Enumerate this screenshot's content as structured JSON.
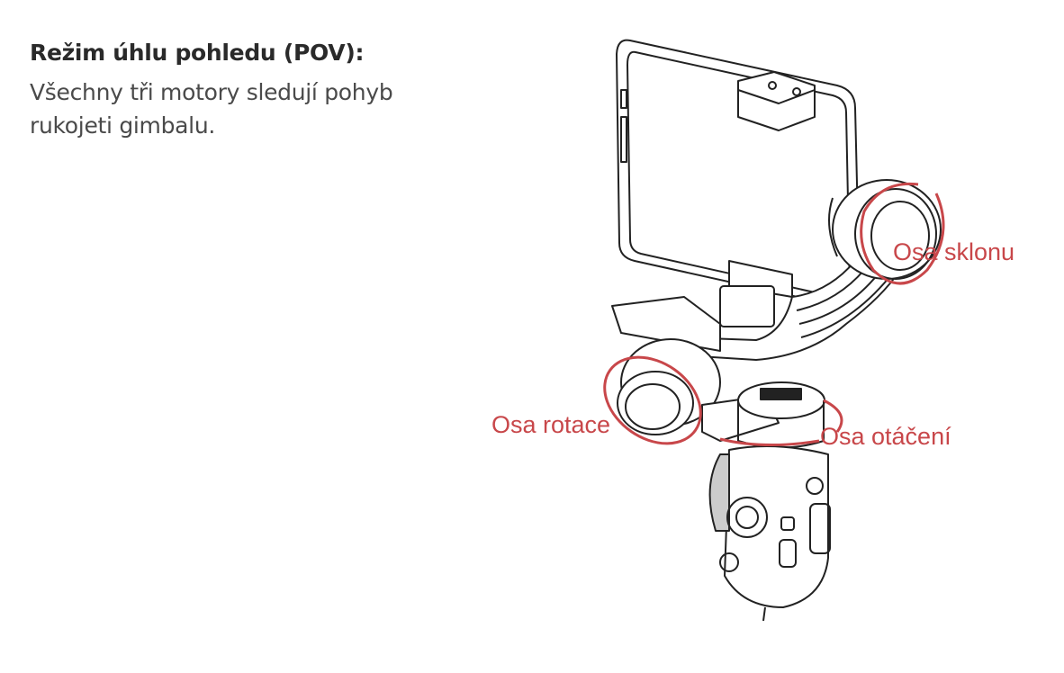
{
  "heading": "Režim úhlu pohledu (POV):",
  "description": "Všechny tři motory sledují pohyb rukojeti gimbalu.",
  "labels": {
    "tilt": "Osa sklonu",
    "roll": "Osa rotace",
    "pan": "Osa otáčení"
  },
  "colors": {
    "accent": "#c8474a"
  }
}
